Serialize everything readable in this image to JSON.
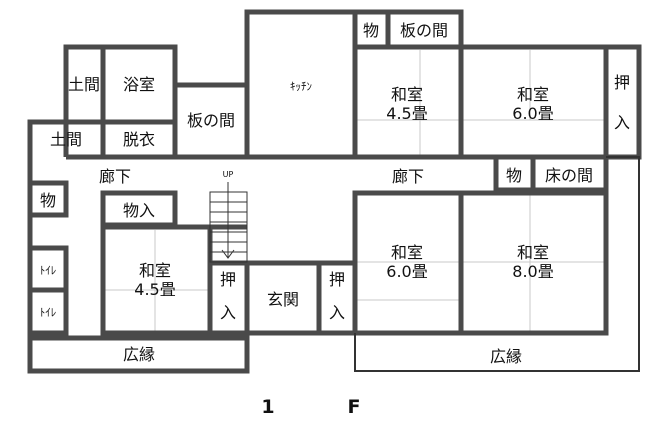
{
  "floor_label": {
    "num": "1",
    "suffix": "F"
  },
  "stair_up": "UP",
  "rooms": {
    "mono_top": "物",
    "itanoma_top": "板の間",
    "kitchen": "ｷｯﾁﾝ",
    "doma_top": "土間",
    "yokushitsu": "浴室",
    "itanoma_mid": "板の間",
    "doma_left": "土間",
    "datsui": "脱衣",
    "washitsu_45_top": "和室",
    "washitsu_45_top_size": "4.5畳",
    "washitsu_60_top": "和室",
    "washitsu_60_top_size": "6.0畳",
    "oshiire_right": "押入",
    "rouka_left": "廊下",
    "rouka_right": "廊下",
    "mono_mid": "物",
    "tokonoma": "床の間",
    "mono_left": "物",
    "mono_iri": "物入",
    "toilet_1": "ﾄｲﾚ",
    "toilet_2": "ﾄｲﾚ",
    "washitsu_45_bottom": "和室",
    "washitsu_45_bottom_size": "4.5畳",
    "oshiire_left": "押入",
    "genkan": "玄関",
    "oshiire_mid": "押入",
    "washitsu_60_bottom": "和室",
    "washitsu_60_bottom_size": "6.0畳",
    "washitsu_80": "和室",
    "washitsu_80_size": "8.0畳",
    "hiroen_left": "広縁",
    "hiroen_right": "広縁"
  }
}
